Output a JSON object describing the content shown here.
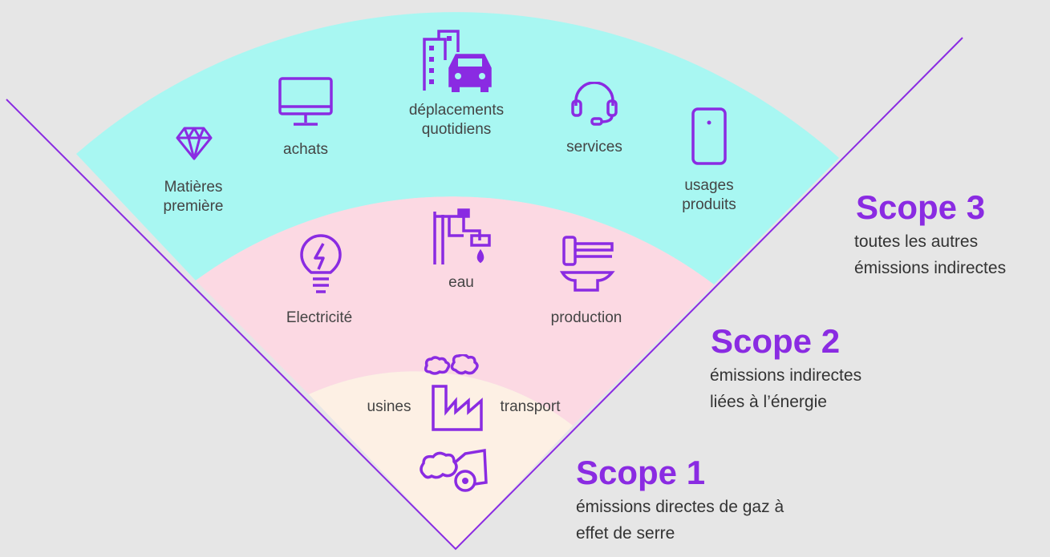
{
  "colors": {
    "background": "#e6e6e6",
    "scope3_band": "#a8f7f2",
    "scope2_band": "#fcd9e3",
    "scope1_band": "#fdf0e4",
    "accent": "#8a2be2",
    "icon_stroke": "#8a2be2"
  },
  "scope3": {
    "title": "Scope 3",
    "description": "toutes les autres\némissions indirectes",
    "items": [
      {
        "label": "Matières\npremière",
        "icon": "diamond-icon"
      },
      {
        "label": "achats",
        "icon": "monitor-icon"
      },
      {
        "label": "déplacements\nquotidiens",
        "icon": "building-car-icon"
      },
      {
        "label": "services",
        "icon": "headset-icon"
      },
      {
        "label": "usages\nproduits",
        "icon": "smartphone-icon"
      }
    ]
  },
  "scope2": {
    "title": "Scope 2",
    "description": "émissions indirectes\nliées à l’énergie",
    "items": [
      {
        "label": "Electricité",
        "icon": "lightbulb-icon"
      },
      {
        "label": "eau",
        "icon": "faucet-icon"
      },
      {
        "label": "production",
        "icon": "anvil-icon"
      }
    ]
  },
  "scope1": {
    "title": "Scope 1",
    "description": "émissions directes de gaz à\neffet de serre",
    "items": [
      {
        "label": "usines",
        "icon": "factory-icon"
      },
      {
        "label": "transport",
        "icon": "truck-exhaust-icon"
      }
    ]
  }
}
